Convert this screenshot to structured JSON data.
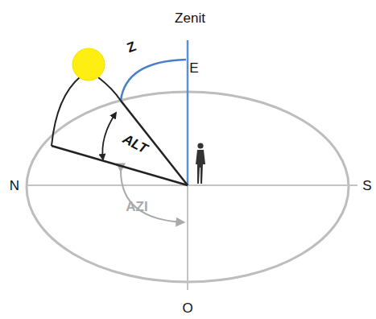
{
  "diagram": {
    "labels": [
      "Zenit",
      "Z",
      "E",
      "ALT",
      "N",
      "AZI",
      "S",
      "O"
    ]
  }
}
